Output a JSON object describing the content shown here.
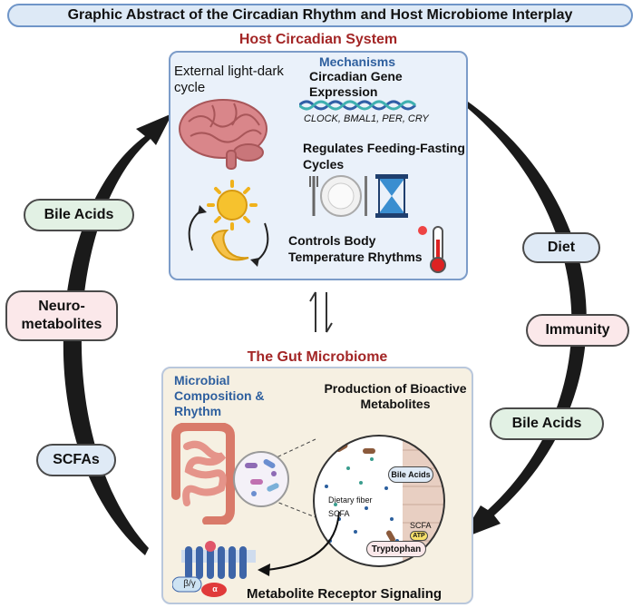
{
  "header": {
    "title": "Graphic Abstract of the Circadian Rhythm and Host Microbiome Interplay"
  },
  "host": {
    "title": "Host Circadian System",
    "light_label": "External light-dark cycle",
    "mechanisms_title": "Mechanisms",
    "gene_expression": "Circadian Gene Expression",
    "genes": "CLOCK, BMAL1, PER, CRY",
    "feeding": "Regulates Feeding-Fasting Cycles",
    "temperature": "Controls Body Temperature Rhythms"
  },
  "gut": {
    "title": "The Gut Microbiome",
    "composition": "Microbial Composition & Rhythm",
    "production": "Production of Bioactive Metabolites",
    "bile_acids": "Bile Acids",
    "dietary_fiber": "Dietary fiber",
    "scfa": "SCFA",
    "scfa_cell": "SCFA",
    "atp": "ATP",
    "tryptophan": "Tryptophan",
    "receptor": "Metabolite Receptor Signaling",
    "beta_gamma": "β/γ",
    "alpha": "α"
  },
  "left_labels": {
    "bile_acids": "Bile Acids",
    "neuro_line1": "Neuro-",
    "neuro_line2": "metabolites",
    "scfas": "SCFAs"
  },
  "right_labels": {
    "diet": "Diet",
    "immunity": "Immunity",
    "bile_acids": "Bile Acids"
  },
  "colors": {
    "accent_red": "#a32626",
    "accent_blue": "#2e5f9e",
    "panel_blue": "#eaf1fa",
    "panel_beige": "#f6f0e2"
  }
}
